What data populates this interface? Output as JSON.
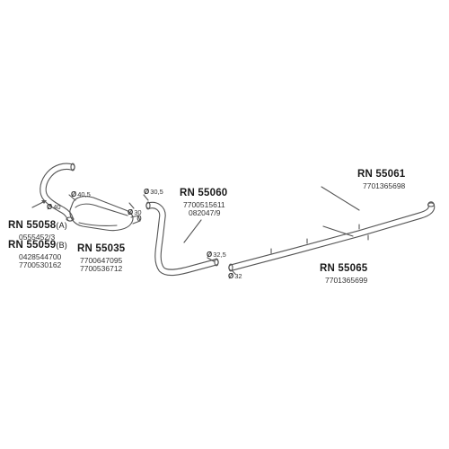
{
  "parts": [
    {
      "code": "RN 55058",
      "suffix": "(A)",
      "refs": [
        "0555452/3"
      ]
    },
    {
      "code": "RN 55059",
      "suffix": "(B)",
      "refs": [
        "0428544700",
        "7700530162"
      ]
    },
    {
      "code": "RN 55035",
      "suffix": "",
      "refs": [
        "7700647095",
        "7700536712"
      ]
    },
    {
      "code": "RN 55060",
      "suffix": "",
      "refs": [
        "7700515611",
        "082047/9"
      ]
    },
    {
      "code": "RN 55061",
      "suffix": "",
      "refs": [
        "7701365698"
      ]
    },
    {
      "code": "RN 55065",
      "suffix": "",
      "refs": [
        "7701365699"
      ]
    }
  ],
  "diameters": {
    "symbol": "Ø",
    "d40": "40",
    "d40_5": "40,5",
    "d30": "30",
    "d30_5": "30,5",
    "d32_5": "32,5",
    "d32": "32"
  }
}
